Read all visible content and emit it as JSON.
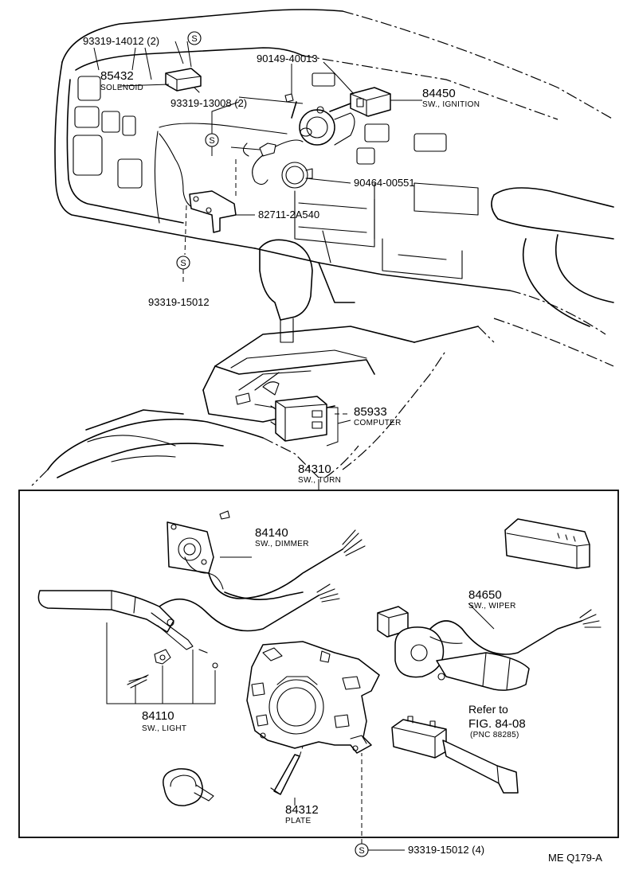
{
  "labels": {
    "p93319_14012": "93319-14012 (2)",
    "p85432": "85432",
    "p85432_name": "SOLENOID",
    "p90149_40013": "90149-40013",
    "p84450": "84450",
    "p84450_name": "SW., IGNITION",
    "p93319_13008": "93319-13008 (2)",
    "p90464_00551": "90464-00551",
    "p82711_2A540": "82711-2A540",
    "p93319_15012_a": "93319-15012",
    "p85933": "85933",
    "p85933_name": "COMPUTER",
    "p84310": "84310",
    "p84310_name": "SW., TURN",
    "p84140": "84140",
    "p84140_name": "SW., DIMMER",
    "p84650": "84650",
    "p84650_name": "SW., WIPER",
    "p84110": "84110",
    "p84110_name": "SW., LIGHT",
    "refer_1": "Refer to",
    "refer_2": "FIG. 84-08",
    "refer_3": "(PNC 88285)",
    "p84312": "84312",
    "p84312_name": "PLATE",
    "p93319_15012_b": "93319-15012 (4)",
    "s_mark": "S",
    "figure_code": "ME  Q179-A"
  }
}
